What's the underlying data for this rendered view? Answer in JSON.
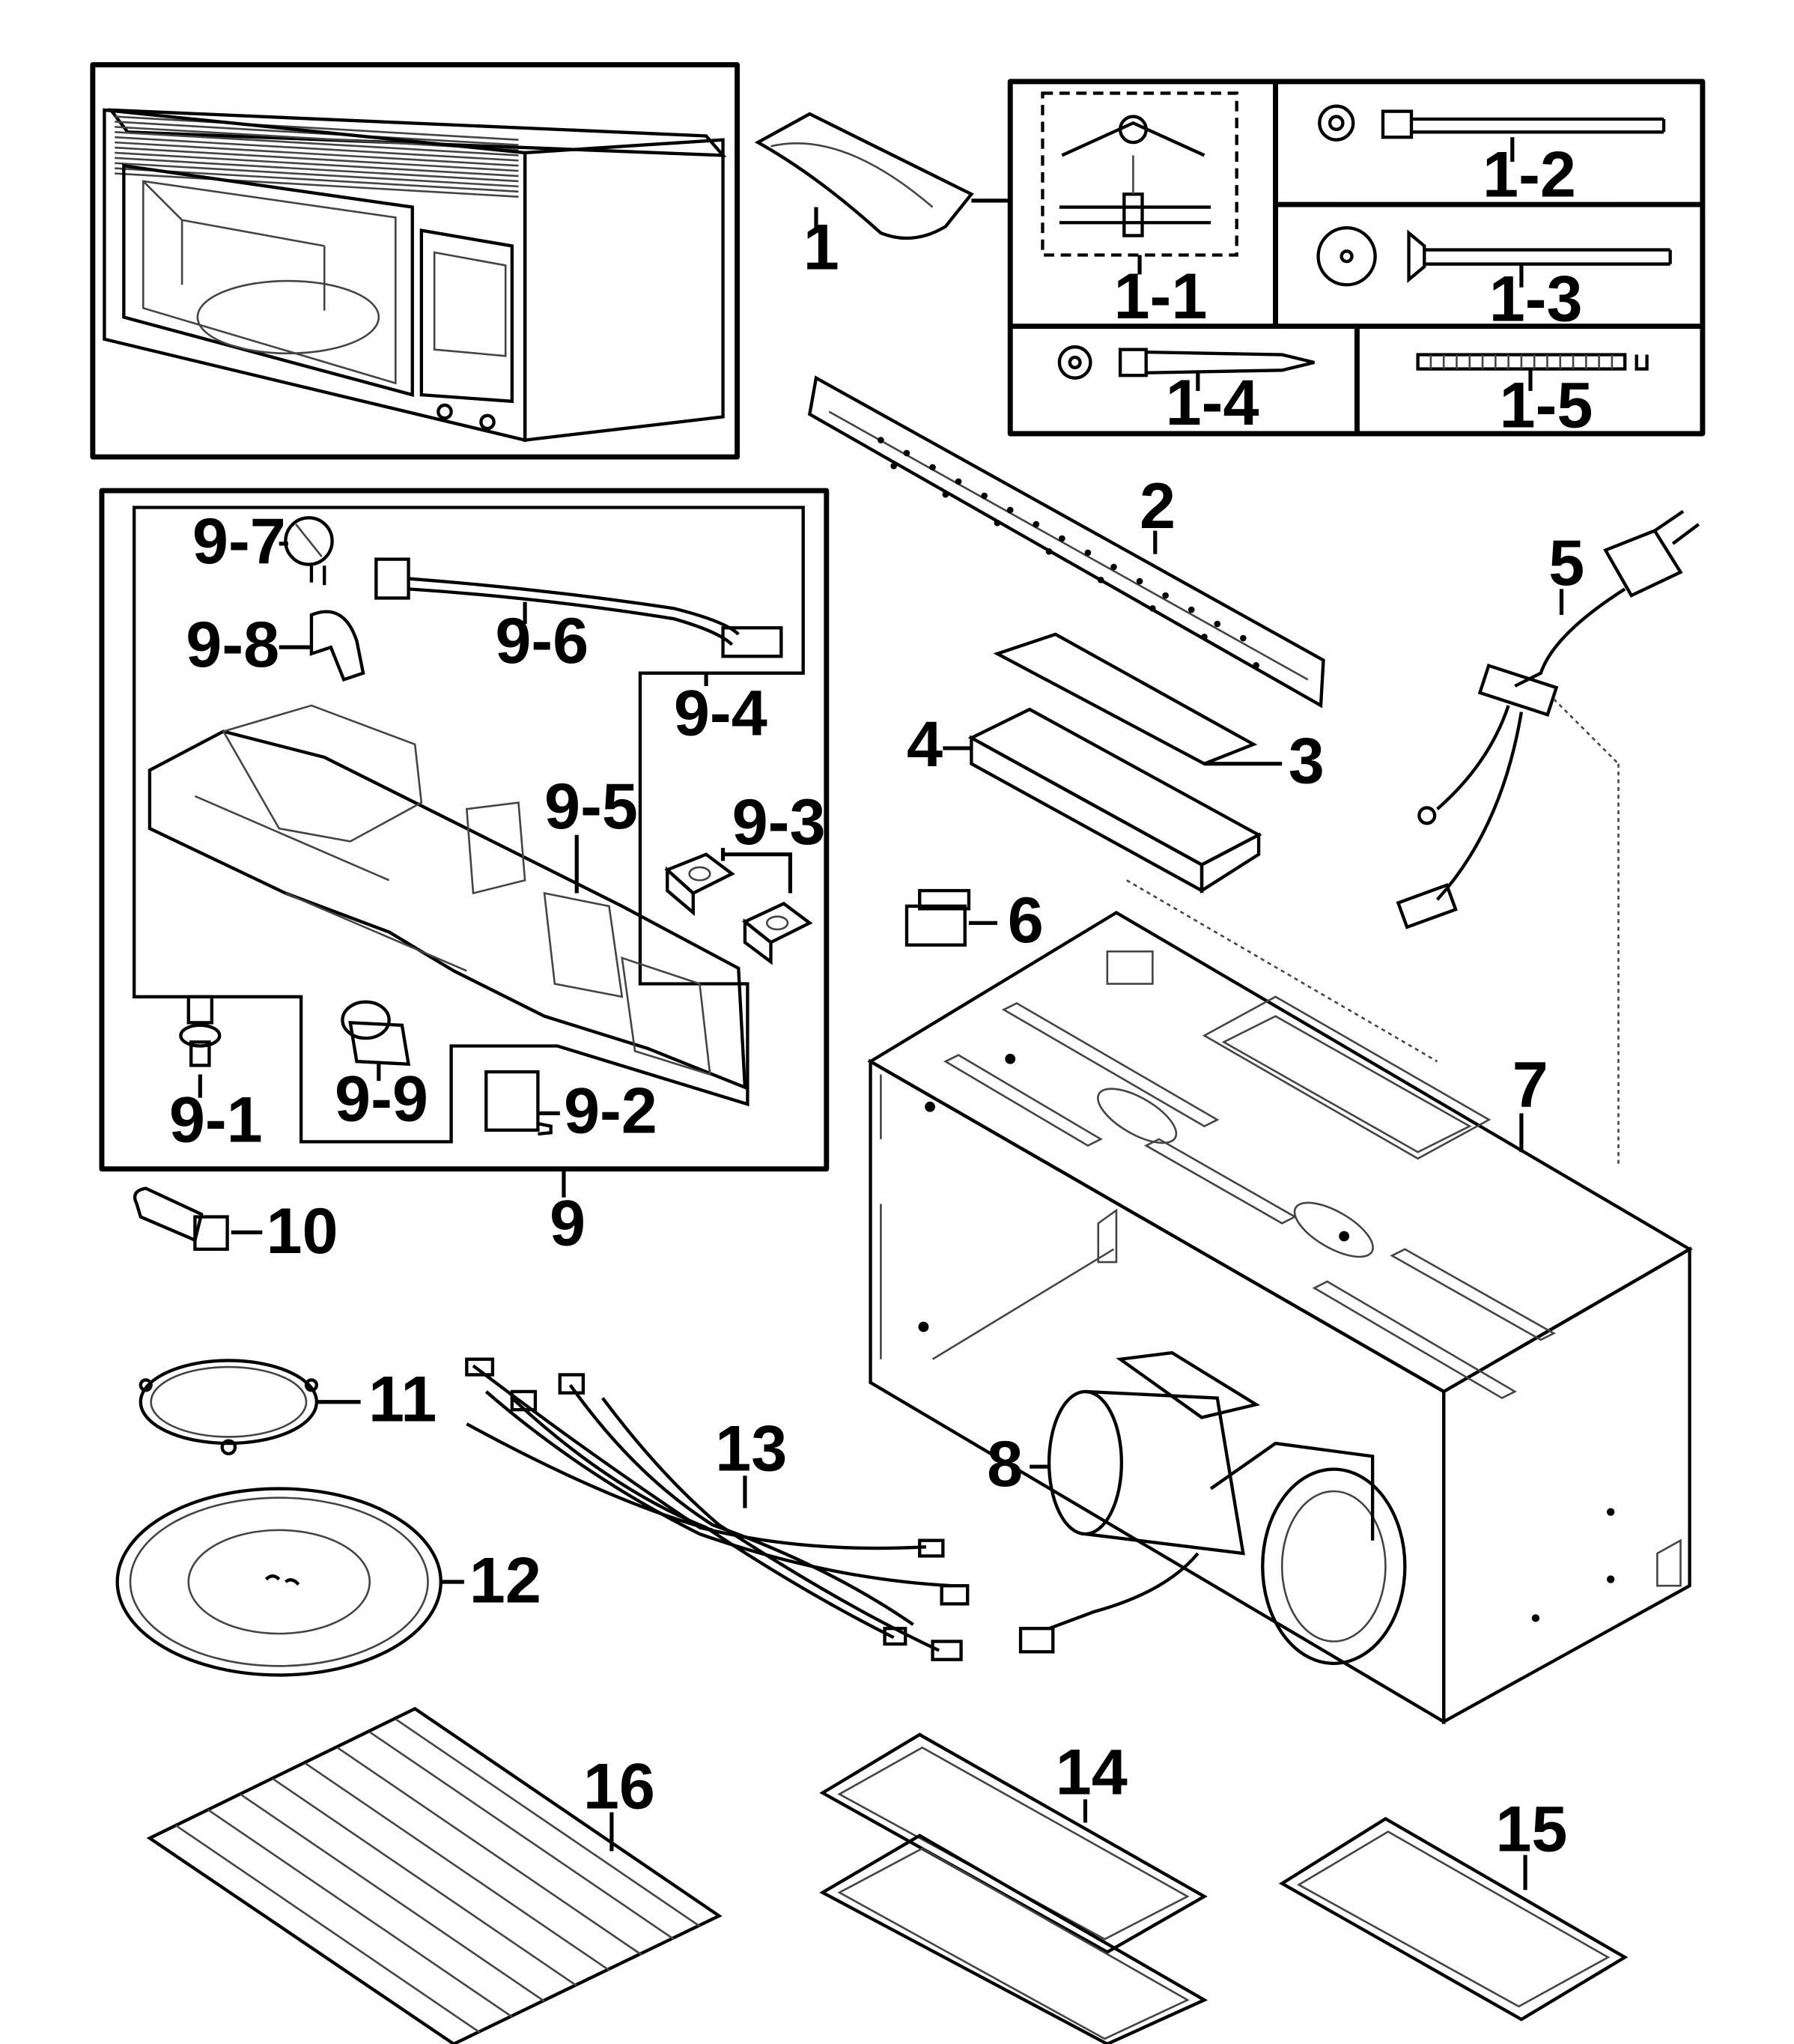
{
  "labels": {
    "p1": "1",
    "p1_1": "1-1",
    "p1_2": "1-2",
    "p1_3": "1-3",
    "p1_4": "1-4",
    "p1_5": "1-5",
    "p2": "2",
    "p3": "3",
    "p4": "4",
    "p5": "5",
    "p6": "6",
    "p7": "7",
    "p8": "8",
    "p9": "9",
    "p9_1": "9-1",
    "p9_2": "9-2",
    "p9_3": "9-3",
    "p9_4": "9-4",
    "p9_5": "9-5",
    "p9_6": "9-6",
    "p9_7": "9-7",
    "p9_8": "9-8",
    "p9_9": "9-9",
    "p10": "10",
    "p11": "11",
    "p12": "12",
    "p13": "13",
    "p14": "14",
    "p15": "15",
    "p16": "16"
  }
}
